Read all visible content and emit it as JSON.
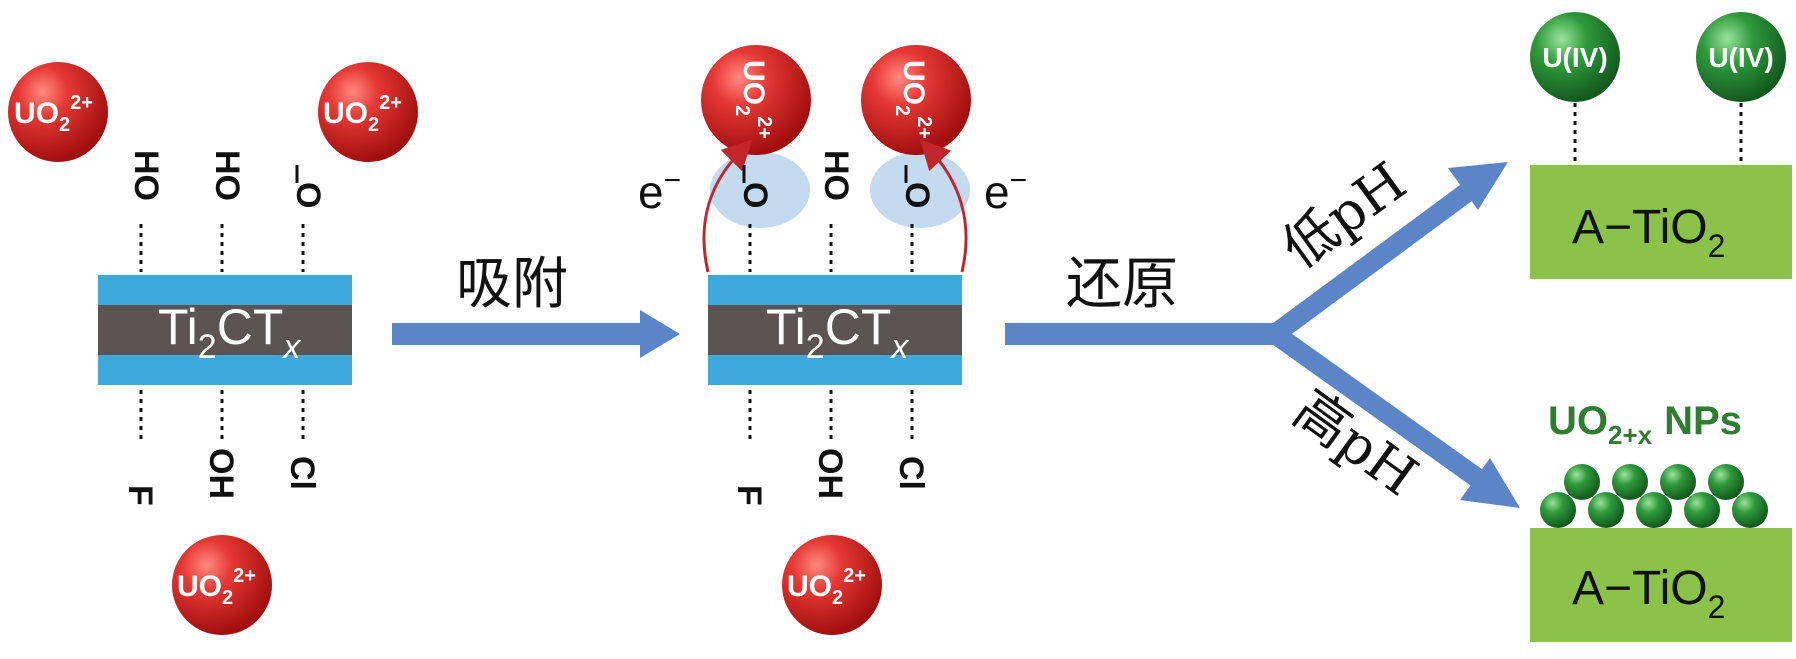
{
  "ion_label": "UO",
  "ion_sub": "2",
  "ion_sup": "2+",
  "layer_main": "Ti",
  "layer_sub": "2",
  "layer_ct": "CT",
  "layer_x": "x",
  "step1_label": "吸附",
  "step2_label": "还原",
  "electron_label": "e",
  "electron_sup": "−",
  "branch_low": "低pH",
  "branch_high": "高pH",
  "uiv_label": "U(IV)",
  "nps_label": "UO",
  "nps_sub": "2+x",
  "nps_suffix": "NPs",
  "substrate_label": "A−TiO",
  "substrate_sub": "2",
  "top_groups_1": [
    "HO",
    "HO",
    "O"
  ],
  "bottom_groups_1": [
    "F",
    "OH",
    "Cl"
  ],
  "top_groups_2": [
    "O",
    "HO",
    "O"
  ],
  "bottom_groups_2": [
    "F",
    "OH",
    "Cl"
  ],
  "colors": {
    "ion_red": "#d9201f",
    "layer_blue": "#3ea8dc",
    "layer_core": "#5b5452",
    "arrow_blue": "#5b85c6",
    "substrate_green": "#8bc34a",
    "sphere_green": "#2e8b3a",
    "label_green": "#2e7d32",
    "electron_cloud": "#b9d3ec",
    "arrow_red": "#c0262b"
  }
}
